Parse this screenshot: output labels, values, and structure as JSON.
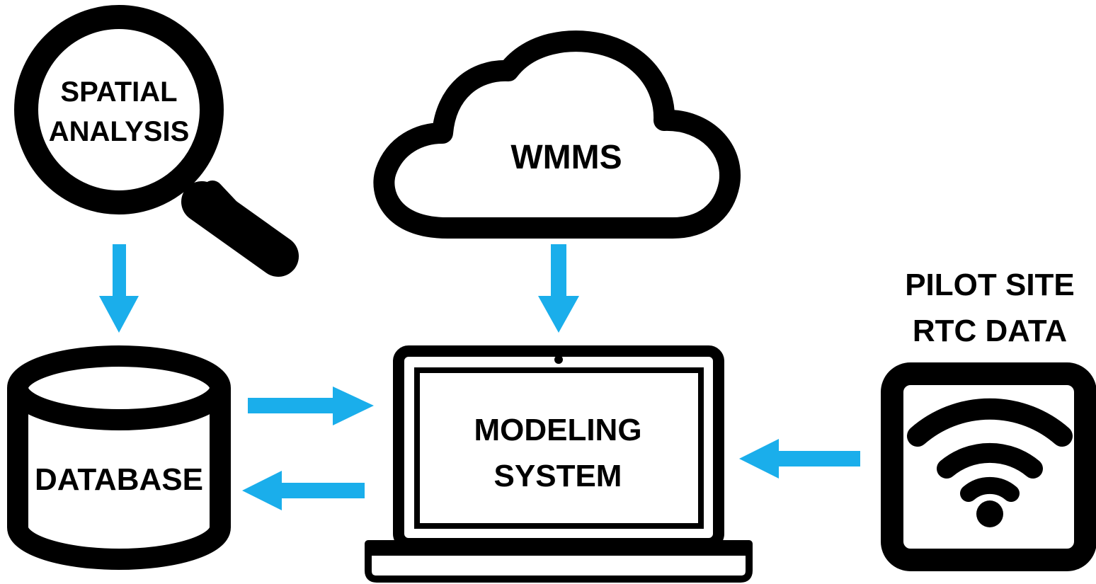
{
  "colors": {
    "arrow": "#1aaeeb",
    "ink": "#000000",
    "background": "#ffffff"
  },
  "icons": {
    "spatial_analysis": "magnifying-glass-icon",
    "wmms": "cloud-icon",
    "database": "database-cylinder-icon",
    "modeling_system": "laptop-icon",
    "pilot_site": "wifi-signal-icon"
  },
  "nodes": {
    "spatial_analysis": {
      "line1": "SPATIAL",
      "line2": "ANALYSIS"
    },
    "wmms": {
      "label": "WMMS"
    },
    "database": {
      "label": "DATABASE"
    },
    "modeling_system": {
      "line1": "MODELING",
      "line2": "SYSTEM"
    },
    "pilot_site": {
      "line1": "PILOT SITE",
      "line2": "RTC DATA"
    }
  },
  "edges": [
    {
      "from": "SPATIAL ANALYSIS",
      "to": "DATABASE"
    },
    {
      "from": "WMMS",
      "to": "MODELING SYSTEM"
    },
    {
      "from": "DATABASE",
      "to": "MODELING SYSTEM"
    },
    {
      "from": "MODELING SYSTEM",
      "to": "DATABASE"
    },
    {
      "from": "PILOT SITE RTC DATA",
      "to": "MODELING SYSTEM"
    }
  ]
}
